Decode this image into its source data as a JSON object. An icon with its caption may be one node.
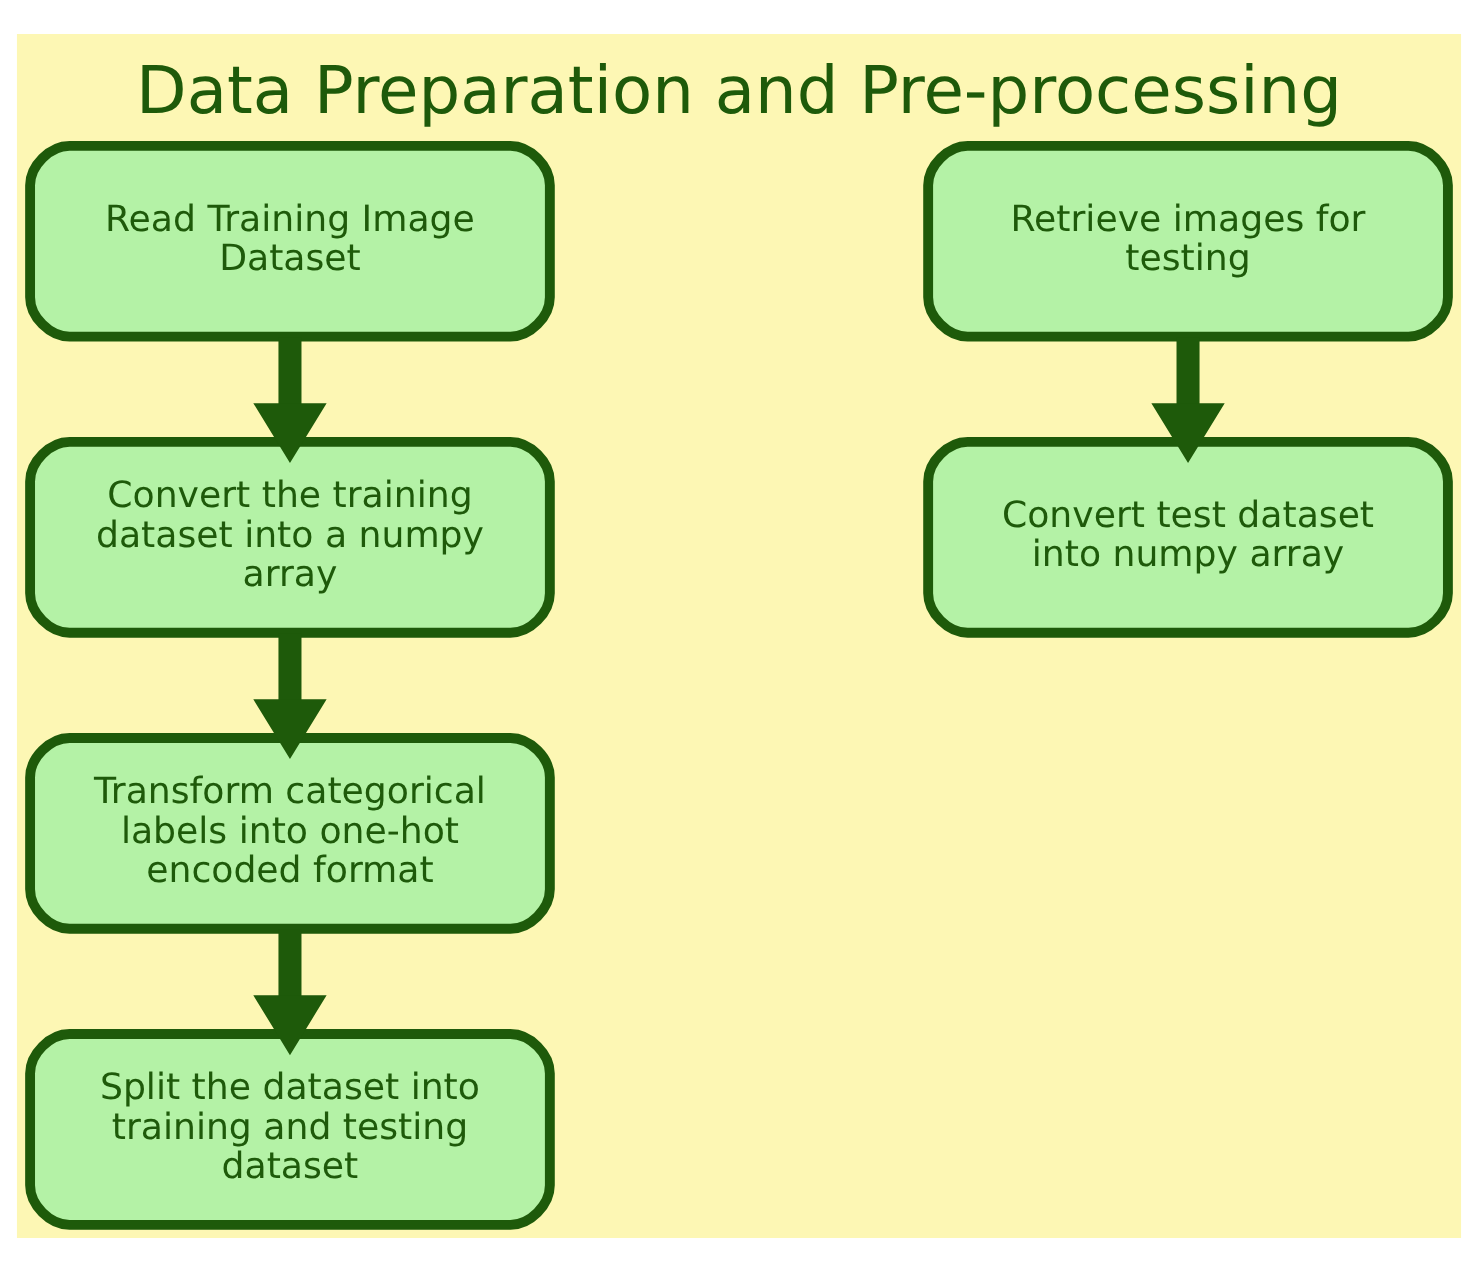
{
  "diagram": {
    "title": "Data Preparation and Pre-processing",
    "nodes": [
      {
        "text": [
          "Read Training Image Dataset"
        ]
      },
      {
        "text": [
          "Convert the training dataset into a numpy array"
        ]
      },
      {
        "text": [
          "Transform categorical labels into one-hot encoded format"
        ]
      },
      {
        "text": [
          "Split the dataset into training and testing dataset"
        ]
      },
      {
        "text": [
          "Retrieve images for testing"
        ]
      },
      {
        "text": [
          "Convert test dataset into numpy array"
        ]
      }
    ],
    "edges": [
      {
        "from": 0,
        "to": 1,
        "arrow": "to"
      },
      {
        "from": 1,
        "to": 2,
        "arrow": "to"
      },
      {
        "from": 2,
        "to": 3,
        "arrow": "to"
      },
      {
        "from": 4,
        "to": 5,
        "arrow": "to"
      }
    ]
  }
}
